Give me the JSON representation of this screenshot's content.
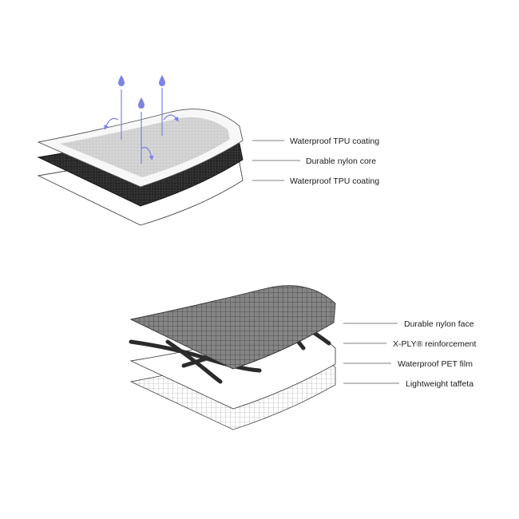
{
  "diagram_top": {
    "labels": [
      "Waterproof TPU coating",
      "Durable nylon core",
      "Waterproof TPU coating"
    ]
  },
  "diagram_bottom": {
    "labels": [
      "Durable nylon face",
      "X-PLY® reinforcement",
      "Waterproof PET film",
      "Lightweight taffeta"
    ]
  },
  "colors": {
    "water": "#7d82e6",
    "nylon_core": "#2a2a2a",
    "nylon_face": "#7a7a7a",
    "film_fill": "#ffffff",
    "outline": "#444444",
    "leader": "#555555"
  }
}
